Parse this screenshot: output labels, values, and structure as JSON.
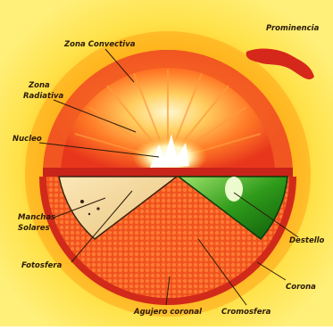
{
  "diagram": {
    "labels": {
      "zona_convectiva": "Zona Convectiva",
      "zona_radiativa_line1": "Zona",
      "zona_radiativa_line2": "Radiativa",
      "nucleo": "Nucleo",
      "manchas_line1": "Manchas",
      "manchas_line2": "Solares",
      "fotosfera": "Fotosfera",
      "agujero": "Agujero coronal",
      "cromosfera": "Cromosfera",
      "corona": "Corona",
      "destello": "Destello",
      "prominencia": "Prominencia"
    },
    "colors": {
      "background": "#f7e640",
      "label_text": "#2b1a0a",
      "prominence": "#d6281a",
      "flare": "#2e9a1a",
      "sunspot_panel": "#f3d89a"
    }
  }
}
